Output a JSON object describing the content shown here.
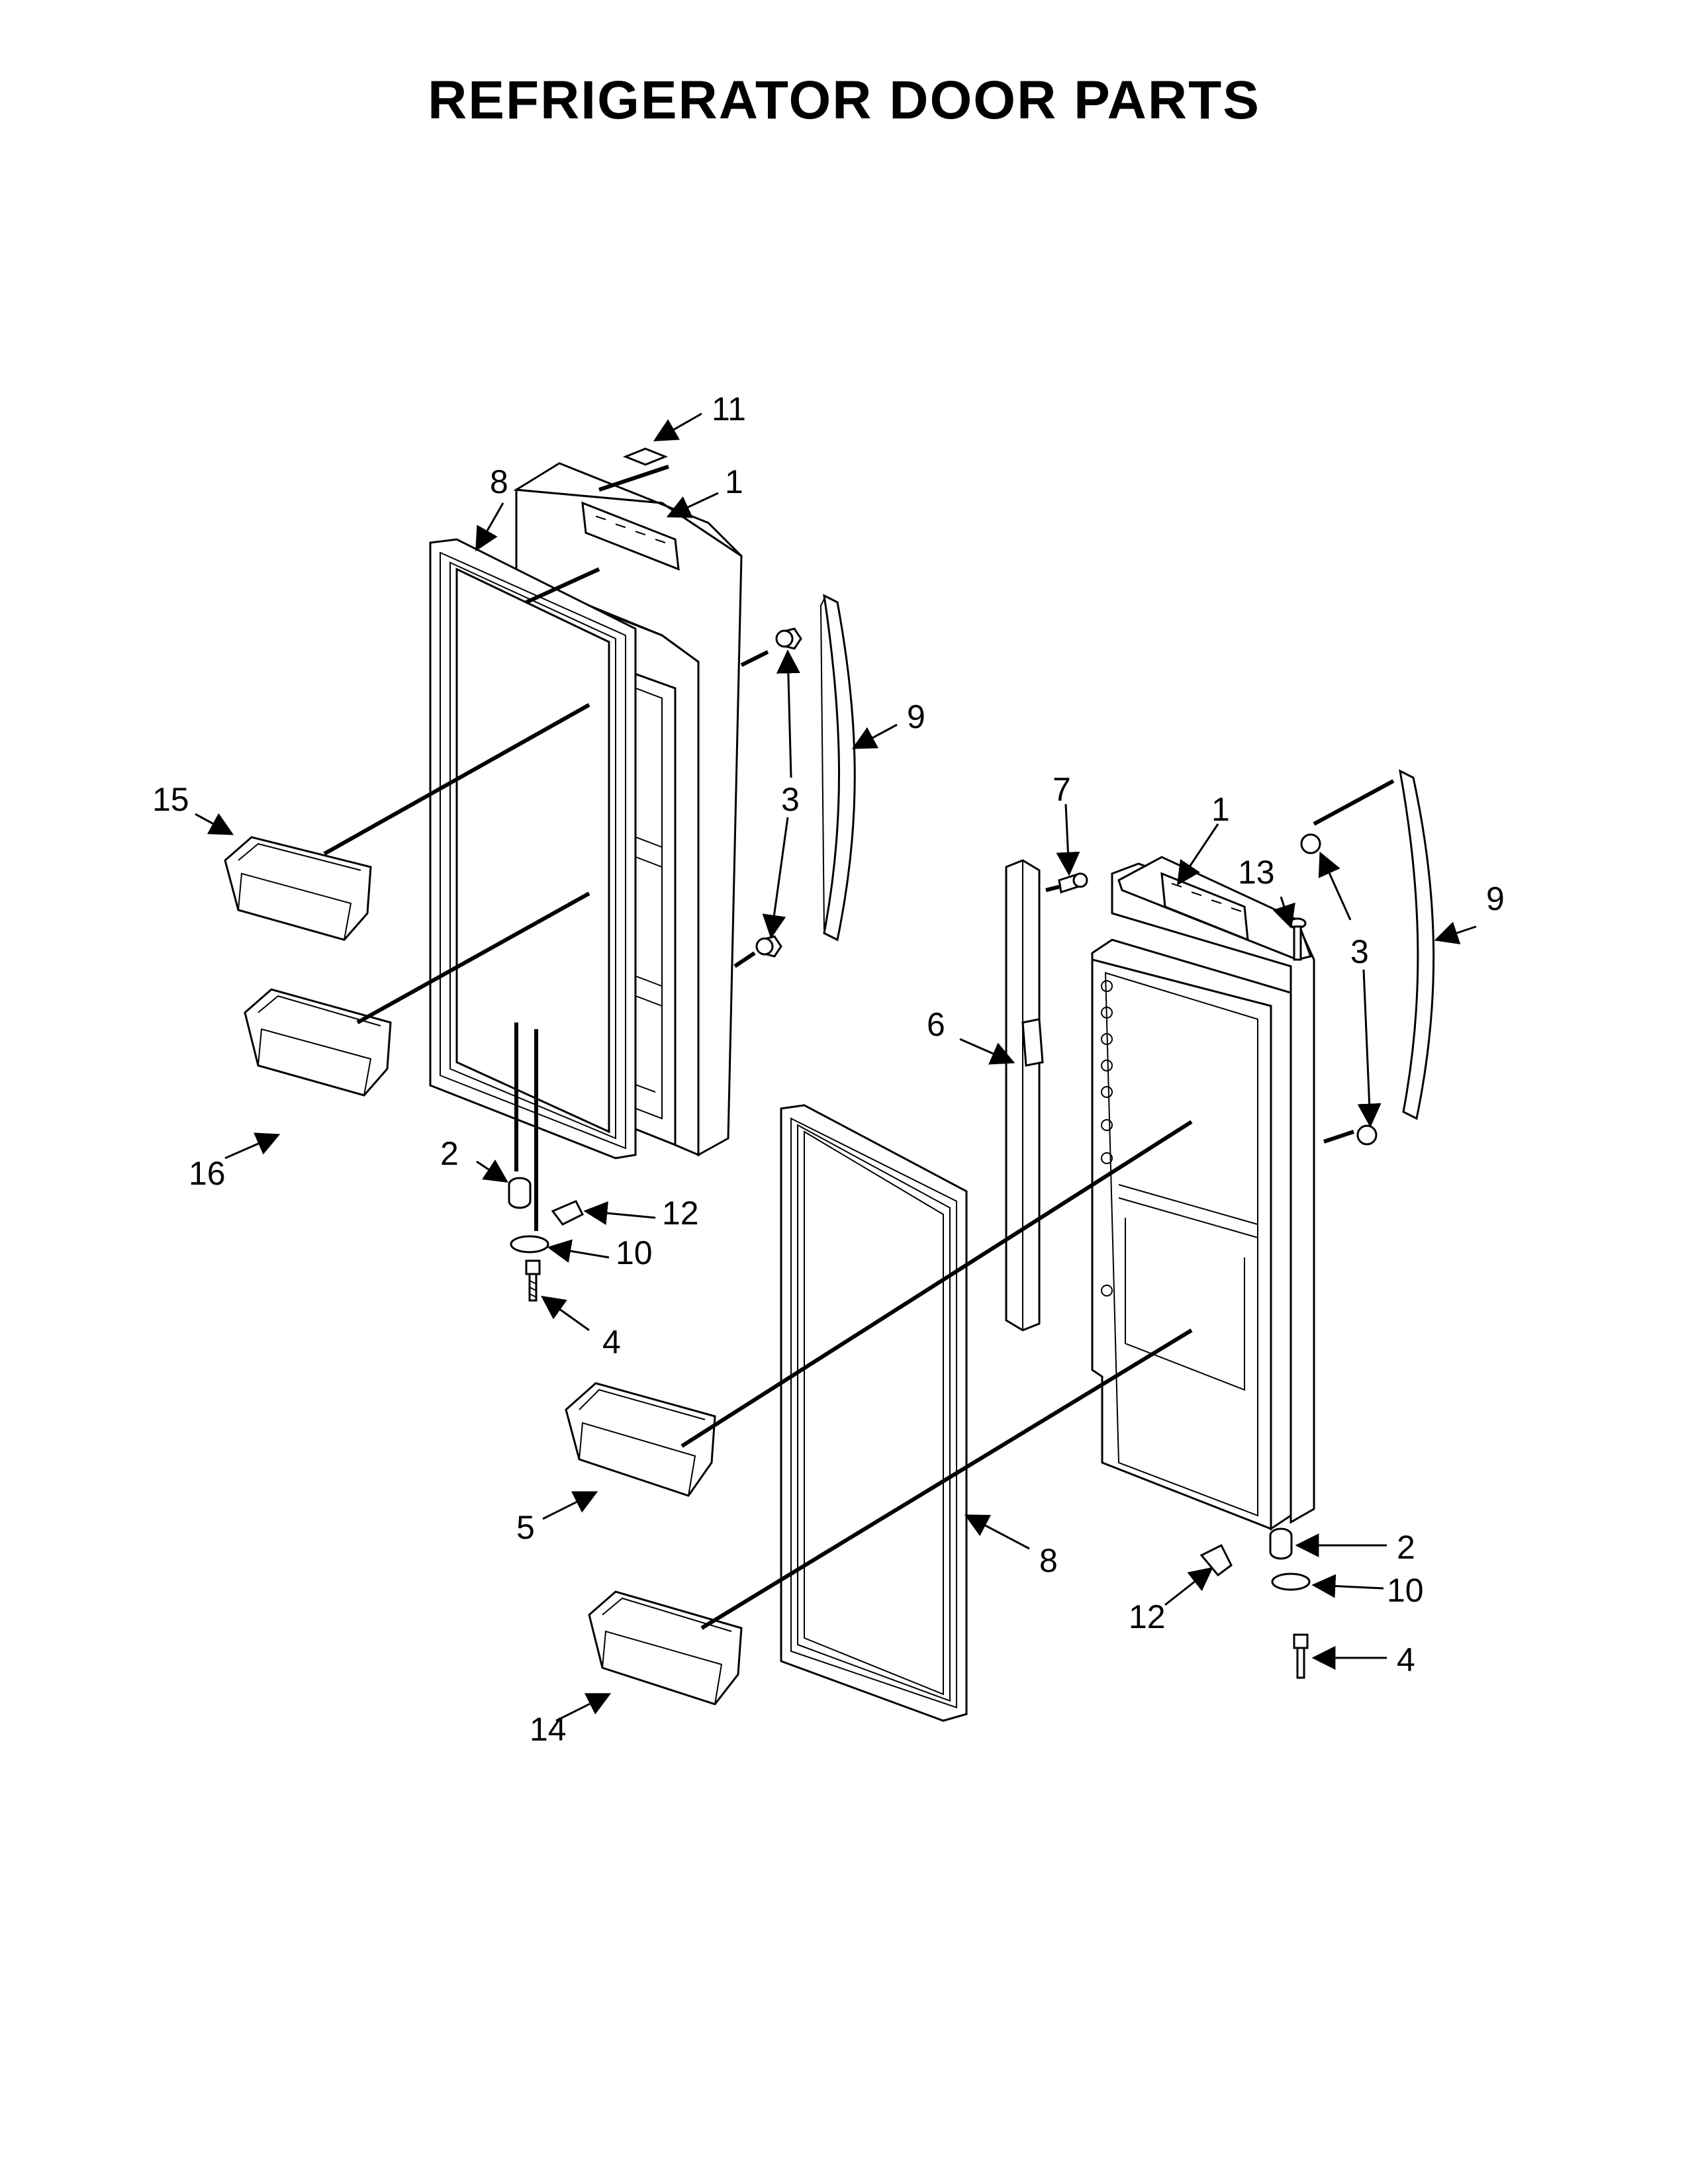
{
  "title": "REFRIGERATOR DOOR PARTS",
  "callouts": {
    "left_11": "11",
    "left_8": "8",
    "left_1": "1",
    "left_9": "9",
    "left_3": "3",
    "left_15": "15",
    "left_16": "16",
    "left_2": "2",
    "left_12": "12",
    "left_10": "10",
    "left_4": "4",
    "right_7": "7",
    "right_1": "1",
    "right_13": "13",
    "right_9": "9",
    "right_3": "3",
    "right_6": "6",
    "right_2": "2",
    "right_10": "10",
    "right_4": "4",
    "right_12": "12",
    "center_5": "5",
    "center_8": "8",
    "center_14": "14"
  },
  "colors": {
    "line": "#000000",
    "background": "#ffffff"
  }
}
